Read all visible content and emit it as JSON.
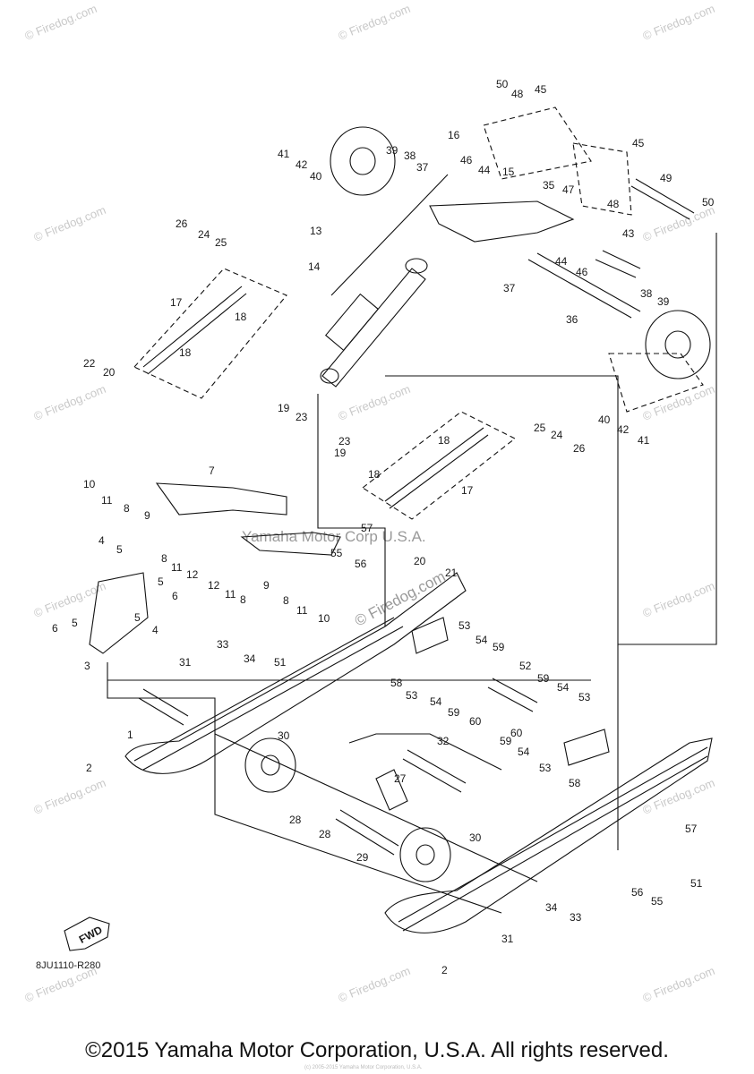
{
  "watermarks": {
    "corner": "© Firedog.com",
    "center_company": "Yamaha Motor Corp U.S.A.",
    "center_site": "© Firedog.com"
  },
  "diagram": {
    "code": "8JU1110-R280",
    "fwd_label": "FWD",
    "part_labels": [
      "1",
      "2",
      "3",
      "4",
      "5",
      "6",
      "7",
      "8",
      "9",
      "10",
      "11",
      "12",
      "13",
      "14",
      "15",
      "16",
      "17",
      "18",
      "19",
      "20",
      "21",
      "22",
      "23",
      "24",
      "25",
      "26",
      "27",
      "28",
      "29",
      "30",
      "31",
      "32",
      "33",
      "34",
      "35",
      "36",
      "37",
      "38",
      "39",
      "40",
      "41",
      "42",
      "43",
      "44",
      "45",
      "46",
      "47",
      "48",
      "49",
      "50",
      "51",
      "52",
      "53",
      "54",
      "55",
      "56",
      "57",
      "58",
      "59",
      "60"
    ]
  },
  "footer": {
    "copyright": "©2015 Yamaha Motor Corporation, U.S.A. All rights reserved.",
    "tiny": "(c) 2005-2015 Yamaha Motor Corporation, U.S.A."
  }
}
